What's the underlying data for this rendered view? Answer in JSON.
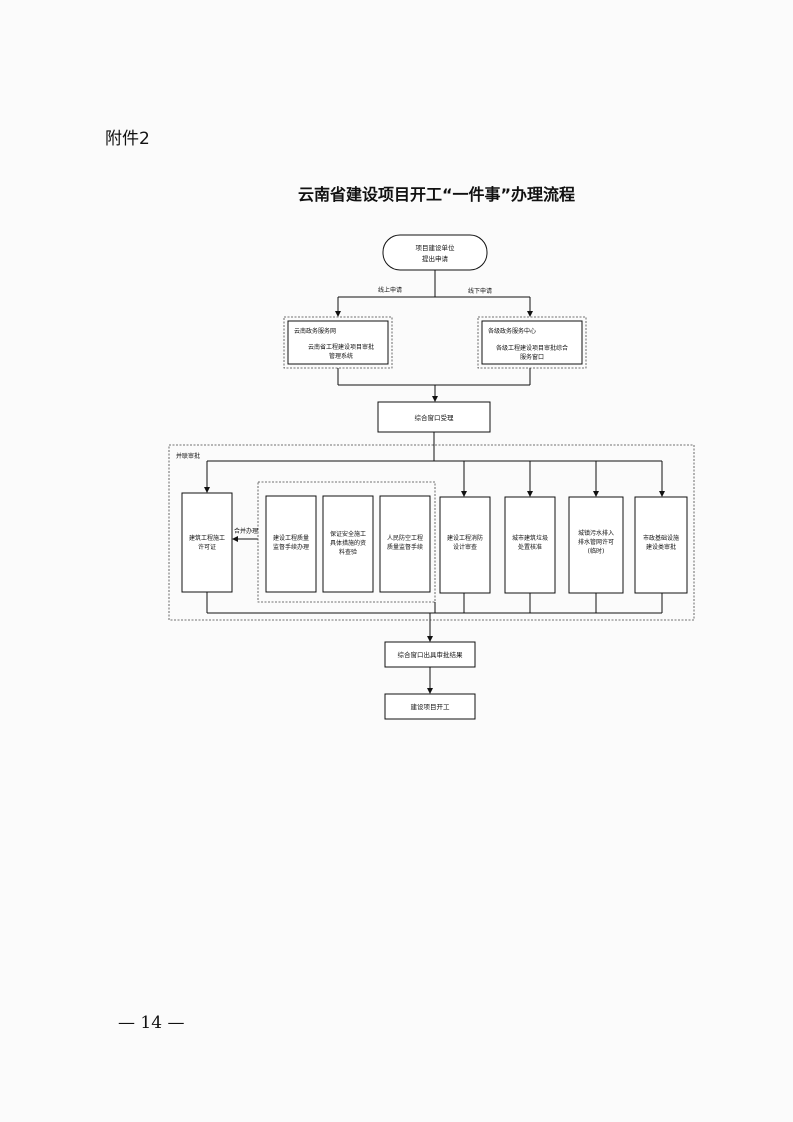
{
  "attachment_label": "附件2",
  "title": "云南省建设项目开工“一件事”办理流程",
  "page_number": "— 14 —",
  "flow": {
    "start": [
      "项目建设单位",
      "提出申请"
    ],
    "online_label": "线上申请",
    "offline_label": "线下申请",
    "online_box": {
      "line1": "云南政务服务网",
      "line2": [
        "云南省工程建设项目审批",
        "管理系统"
      ]
    },
    "offline_box": {
      "line1": "各级政务服务中心",
      "line2": [
        "各级工程建设项目审批综合",
        "服务窗口"
      ]
    },
    "window_accept": "综合窗口受理",
    "parallel_label": "并联审批",
    "merge_label": "合并办理",
    "permit_box": [
      "建筑工程施工",
      "许可证"
    ],
    "merged_boxes": [
      [
        "建设工程质量",
        "监督手续办理"
      ],
      [
        "保证安全施工",
        "具体措施的资",
        "料查验"
      ],
      [
        "人民防空工程",
        "质量监督手续"
      ]
    ],
    "other_boxes": [
      [
        "建设工程消防",
        "设计审查"
      ],
      [
        "城市建筑垃圾",
        "处置核准"
      ],
      [
        "城镇污水排入",
        "排水管网许可",
        "(临时)"
      ],
      [
        "市政基础设施",
        "建设类审批"
      ]
    ],
    "result_box": "综合窗口出具审批结果",
    "end_box": "建设项目开工"
  }
}
